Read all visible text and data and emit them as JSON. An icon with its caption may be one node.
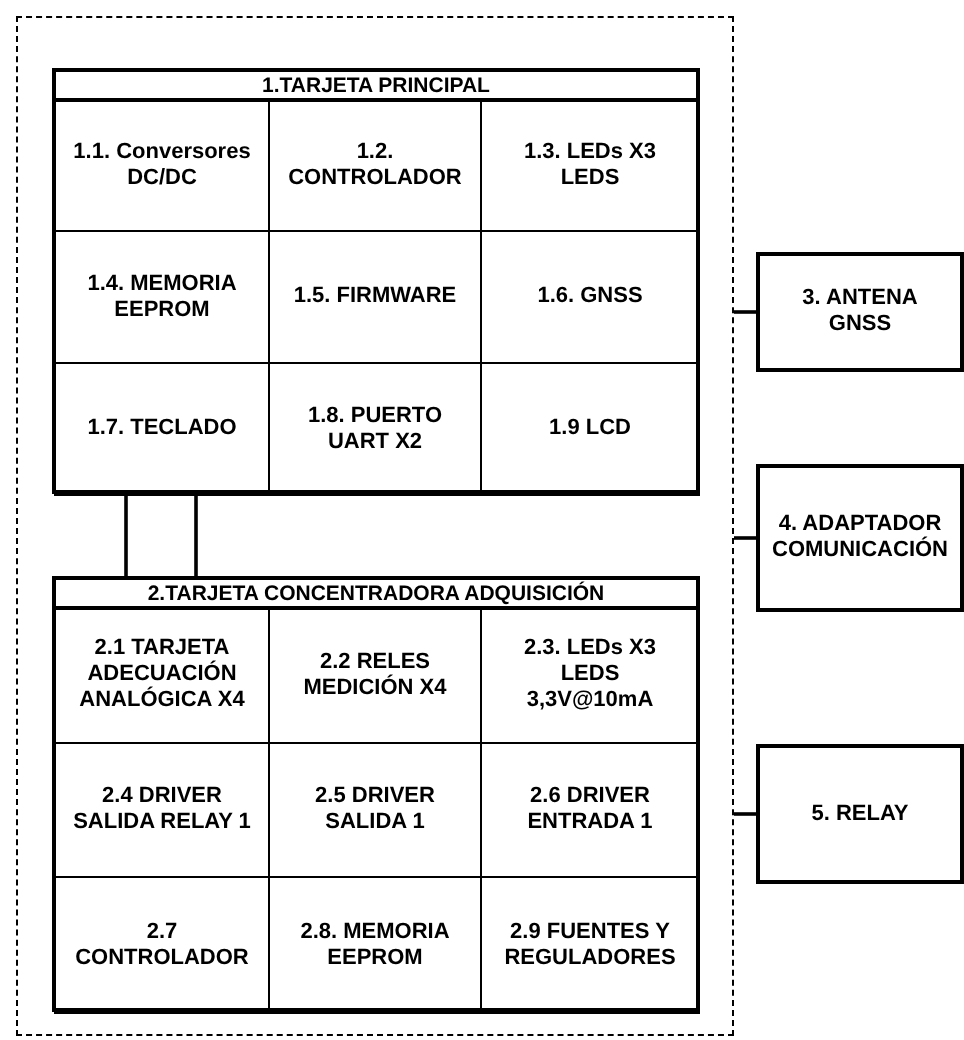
{
  "diagram": {
    "nodes": [
      {
        "text": [],
        "shape": "box"
      },
      {
        "text": [
          "1.TARJETA PRINCIPAL"
        ],
        "in": 0
      },
      {
        "text": [
          "1.1. Conversores DC/DC"
        ],
        "in": 1
      },
      {
        "text": [
          "1.2. CONTROLADOR"
        ],
        "in": 1
      },
      {
        "text": [
          "1.3. LEDs X3 LEDS"
        ],
        "in": 1
      },
      {
        "text": [
          "1.4. MEMORIA EEPROM"
        ],
        "in": 1
      },
      {
        "text": [
          "1.5. FIRMWARE"
        ],
        "in": 1
      },
      {
        "text": [
          "1.6.  GNSS"
        ],
        "in": 1
      },
      {
        "text": [
          "1.7. TECLADO"
        ],
        "in": 1
      },
      {
        "text": [
          "1.8. PUERTO UART X2"
        ],
        "in": 1
      },
      {
        "text": [
          "1.9 LCD"
        ],
        "in": 1
      },
      {
        "text": [
          "2.TARJETA CONCENTRADORA ADQUISICIÓN"
        ],
        "in": 0
      },
      {
        "text": [
          "2.1 TARJETA ADECUACIÓN ANALÓGICA X4"
        ],
        "in": 11
      },
      {
        "text": [
          "2.2 RELES MEDICIÓN X4"
        ],
        "in": 11
      },
      {
        "text": [
          "2.3. LEDs X3 LEDS 3,3V@10mA"
        ],
        "in": 11
      },
      {
        "text": [
          "2.4 DRIVER SALIDA RELAY 1"
        ],
        "in": 11
      },
      {
        "text": [
          "2.5 DRIVER SALIDA 1"
        ],
        "in": 11
      },
      {
        "text": [
          "2.6 DRIVER ENTRADA 1"
        ],
        "in": 11
      },
      {
        "text": [
          "2.7 CONTROLADOR"
        ],
        "in": 11
      },
      {
        "text": [
          "2.8. MEMORIA EEPROM"
        ],
        "in": 11
      },
      {
        "text": [
          "2.9 FUENTES Y REGULADORES"
        ],
        "in": 11
      },
      {
        "text": [
          "3. ANTENA GNSS"
        ]
      },
      {
        "text": [
          "4. ADAPTADOR COMUNICACIÓN"
        ]
      },
      {
        "text": [
          "5. RELAY"
        ]
      }
    ],
    "edges": [
      {
        "from": 1,
        "to": 11,
        "arrow": "none"
      },
      {
        "from": 1,
        "to": 11,
        "arrow": "none"
      },
      {
        "from": 0,
        "to": 21,
        "arrow": "none"
      },
      {
        "from": 0,
        "to": 22,
        "arrow": "none"
      },
      {
        "from": 0,
        "to": 23,
        "arrow": "none"
      }
    ]
  }
}
